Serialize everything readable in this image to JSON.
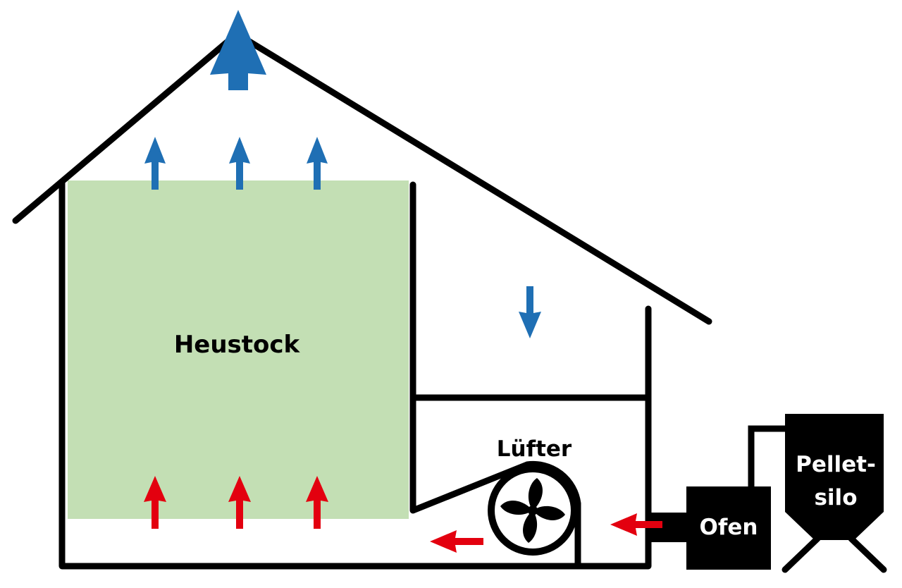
{
  "labels": {
    "heustock": "Heustock",
    "luefter": "Lüfter",
    "ofen": "Ofen",
    "pellet_line1": "Pellet-",
    "pellet_line2": "silo"
  },
  "colors": {
    "outline": "#000000",
    "hay_fill": "#c3dfb4",
    "warm_air_arrow": "#e3000f",
    "exhaust_air_arrow": "#1f6fb4",
    "background": "#ffffff"
  }
}
